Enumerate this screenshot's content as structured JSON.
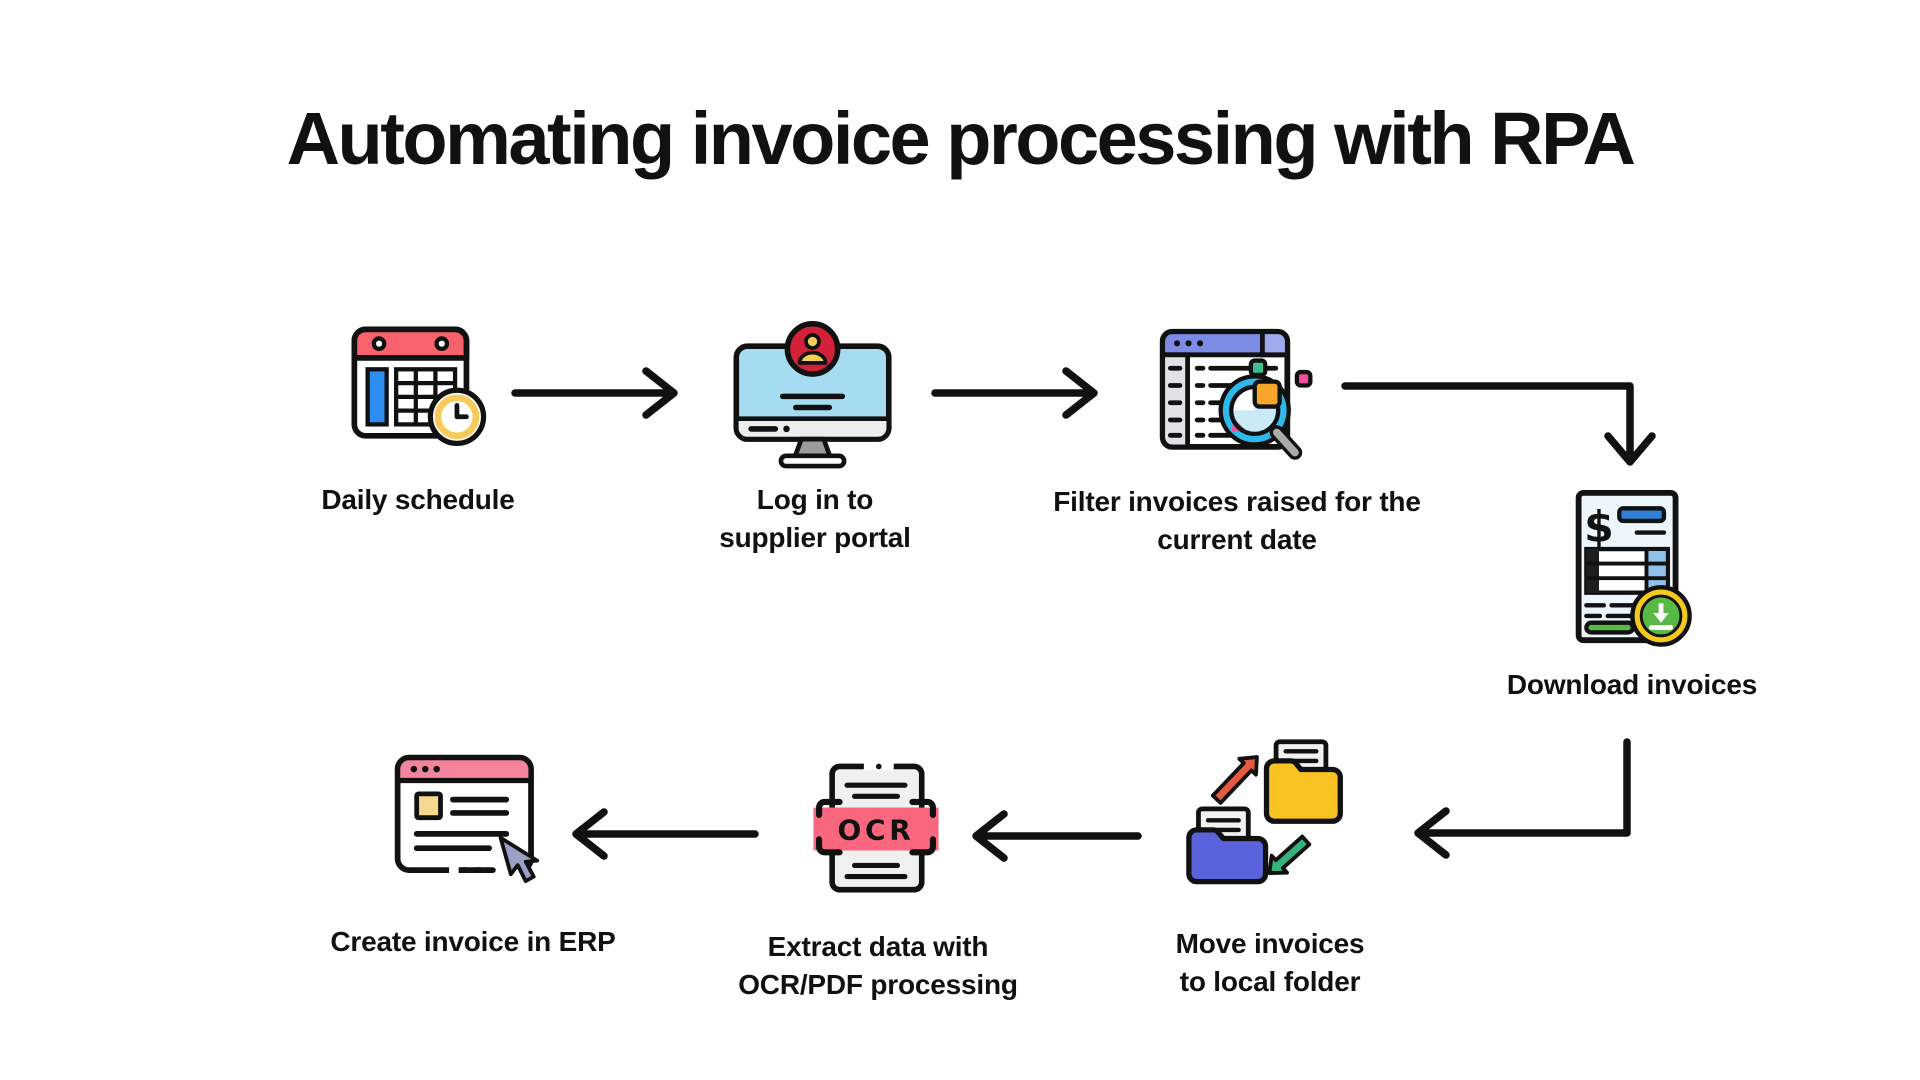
{
  "title": "Automating invoice processing with RPA",
  "steps": [
    {
      "label": "Daily schedule",
      "icon": "calendar-clock-icon"
    },
    {
      "label": "Log in to\nsupplier portal",
      "icon": "monitor-user-icon"
    },
    {
      "label": "Filter invoices raised for the\ncurrent date",
      "icon": "spreadsheet-search-icon"
    },
    {
      "label": "Download invoices",
      "icon": "invoice-download-icon",
      "icon_text": "$"
    },
    {
      "label": "Move invoices\nto local folder",
      "icon": "folders-transfer-icon"
    },
    {
      "label": "Extract data with\nOCR/PDF processing",
      "icon": "ocr-document-icon",
      "icon_text": "OCR"
    },
    {
      "label": "Create invoice in ERP",
      "icon": "browser-cursor-icon"
    }
  ],
  "flow": [
    "daily-schedule → log-in",
    "log-in → filter-invoices",
    "filter-invoices → download-invoices",
    "download-invoices → move-invoices",
    "move-invoices → extract-data",
    "extract-data → create-invoice"
  ],
  "colors": {
    "background": "#ffffff",
    "text": "#111111",
    "arrow": "#111111",
    "calendar_red": "#F8626C",
    "badge_crimson": "#D3213A",
    "calendar_blue": "#2D8CF0",
    "screen_light_blue": "#A6DCF2",
    "window_periwinkle": "#7C8CE4",
    "magnifier_cyan": "#2FB9EA",
    "folder_yellow": "#F7C222",
    "clock_gold": "#F6CB5C",
    "lens_orange": "#F6A72B",
    "download_green": "#59B947",
    "move_green": "#35B37E",
    "filter_pink": "#F0509E",
    "ocr_band_pink": "#F8677E",
    "erp_header_pink": "#F4849B",
    "folder_blue": "#5A63DC",
    "cursor_gray": "#9AA1C4"
  }
}
